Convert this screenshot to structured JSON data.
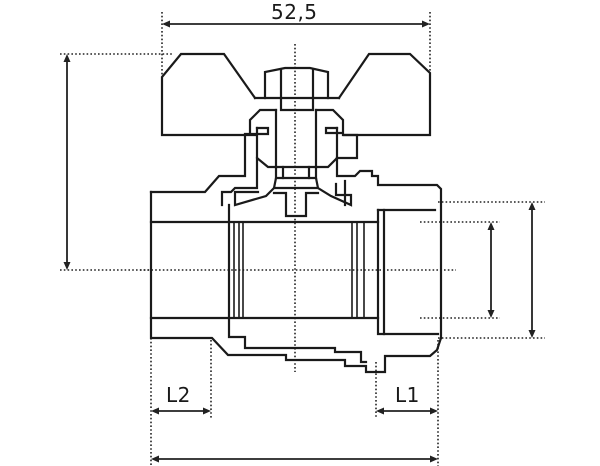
{
  "diagram": {
    "subject": "ball valve with butterfly handle, cross-section",
    "line_color": "#1a1a1a",
    "background": "#ffffff",
    "dimensions": {
      "top_width": "52,5",
      "left_port_length": "L2",
      "right_port_length": "L1",
      "overall_length": "",
      "overall_height": "",
      "inner_diameter": "",
      "outer_diameter": ""
    }
  }
}
